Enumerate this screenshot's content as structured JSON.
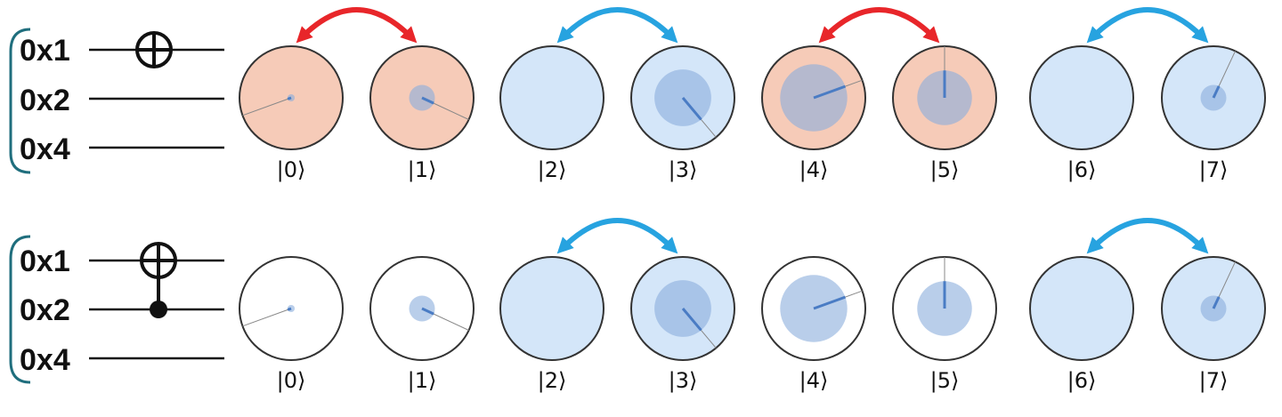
{
  "colors": {
    "swap_red": "#e8262a",
    "swap_blue": "#27a3e0",
    "fill_red": "#f6cbb8",
    "fill_blue": "#d4e6f9",
    "fill_white": "#ffffff",
    "magnitude_disc": "#8aaedc",
    "phase_line": "#4a7cc4",
    "wire": "#111111",
    "bracket": "#1f6e7d",
    "circle_outline": "#333333"
  },
  "panels": [
    {
      "gate": "not",
      "qubit_labels": [
        "0x1",
        "0x2",
        "0x4"
      ],
      "kets": [
        "|0⟩",
        "|1⟩",
        "|2⟩",
        "|3⟩",
        "|4⟩",
        "|5⟩",
        "|6⟩",
        "|7⟩"
      ],
      "circle_fills": [
        "red",
        "red",
        "blue",
        "blue",
        "red",
        "red",
        "blue",
        "blue"
      ],
      "amplitudes": [
        {
          "magnitude": 0.07,
          "phase_deg": 200
        },
        {
          "magnitude": 0.25,
          "phase_deg": -25
        },
        {
          "magnitude": 0.0,
          "phase_deg": 0
        },
        {
          "magnitude": 0.55,
          "phase_deg": -50
        },
        {
          "magnitude": 0.65,
          "phase_deg": 20
        },
        {
          "magnitude": 0.53,
          "phase_deg": 90
        },
        {
          "magnitude": 0.0,
          "phase_deg": 0
        },
        {
          "magnitude": 0.25,
          "phase_deg": 65
        }
      ],
      "swap_arrows": [
        {
          "from": 0,
          "to": 1,
          "color": "red"
        },
        {
          "from": 2,
          "to": 3,
          "color": "blue"
        },
        {
          "from": 4,
          "to": 5,
          "color": "red"
        },
        {
          "from": 6,
          "to": 7,
          "color": "blue"
        }
      ]
    },
    {
      "gate": "cnot",
      "qubit_labels": [
        "0x1",
        "0x2",
        "0x4"
      ],
      "kets": [
        "|0⟩",
        "|1⟩",
        "|2⟩",
        "|3⟩",
        "|4⟩",
        "|5⟩",
        "|6⟩",
        "|7⟩"
      ],
      "circle_fills": [
        "white",
        "white",
        "blue",
        "blue",
        "white",
        "white",
        "blue",
        "blue"
      ],
      "amplitudes": [
        {
          "magnitude": 0.07,
          "phase_deg": 200
        },
        {
          "magnitude": 0.25,
          "phase_deg": -25
        },
        {
          "magnitude": 0.0,
          "phase_deg": 0
        },
        {
          "magnitude": 0.55,
          "phase_deg": -50
        },
        {
          "magnitude": 0.65,
          "phase_deg": 20
        },
        {
          "magnitude": 0.53,
          "phase_deg": 90
        },
        {
          "magnitude": 0.0,
          "phase_deg": 0
        },
        {
          "magnitude": 0.25,
          "phase_deg": 65
        }
      ],
      "swap_arrows": [
        {
          "from": 2,
          "to": 3,
          "color": "blue"
        },
        {
          "from": 6,
          "to": 7,
          "color": "blue"
        }
      ]
    }
  ]
}
